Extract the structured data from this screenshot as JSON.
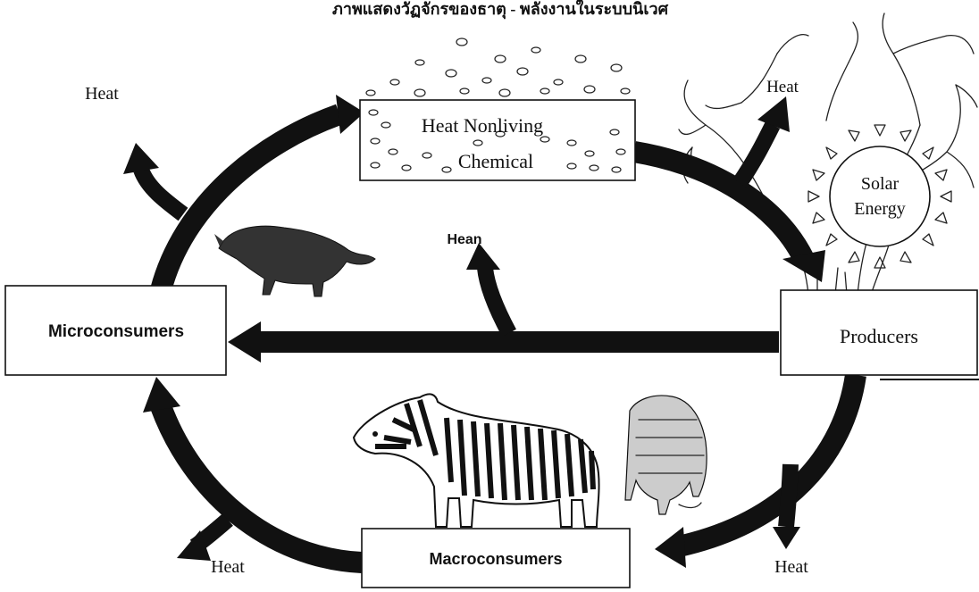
{
  "title": "ภาพแสดงวัฏจักรของธาตุ - พลังงานในระบบนิเวศ",
  "nodes": {
    "nonliving": {
      "line1": "Heat Nonliving",
      "line2": "Chemical"
    },
    "producers": "Producers",
    "microconsumers": "Micro­consumers",
    "macroconsumers": "Macroconsumers",
    "sun": {
      "line1": "Solar",
      "line2": "Energy"
    }
  },
  "heat_labels": {
    "top_left": "Heat",
    "top_right": "Heat",
    "center": "Hean",
    "bottom_left": "Heat",
    "bottom_right": "Heat"
  },
  "colors": {
    "ink": "#111111",
    "background": "#ffffff"
  },
  "icons": [
    "tree-illustration",
    "sun-illustration",
    "wolf-illustration",
    "zebra-illustration",
    "pig-illustration"
  ]
}
